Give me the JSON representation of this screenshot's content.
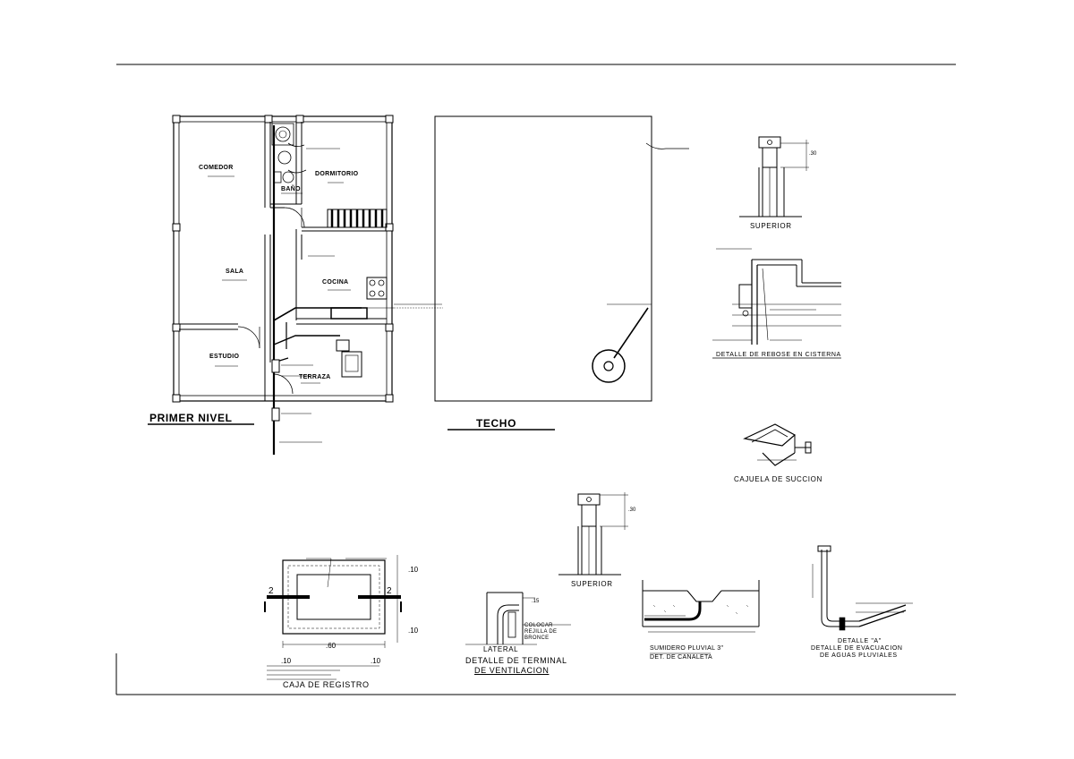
{
  "plan": {
    "comedor": "COMEDOR",
    "dormitorio": "DORMITORIO",
    "bano": "BAÑO",
    "sala": "SALA",
    "cocina": "COCINA",
    "estudio": "ESTUDIO",
    "terraza": "TERRAZA",
    "title": "PRIMER NIVEL"
  },
  "techo": {
    "title": "TECHO"
  },
  "details": {
    "superior_top": "SUPERIOR",
    "superior_top_dim": ".30",
    "rebose_caption": "DETALLE DE REBOSE EN CISTERNA",
    "cajuela_caption": "CAJUELA DE SUCCION",
    "superior_mid": "SUPERIOR",
    "superior_mid_dim": ".30",
    "caja_dim_top": ".10",
    "caja_dim_bottom": ".10",
    "caja_dim_width": ".60",
    "caja_dim_left": ".10",
    "caja_dim_right": ".10",
    "caja_section_left": "2",
    "caja_section_right": "2",
    "caja_caption": "CAJA DE REGISTRO",
    "lateral": "LATERAL",
    "lateral_note": "COLOCAR REJILLA DE BRONCE",
    "lateral_dim": ".15",
    "terminal_caption_1": "DETALLE DE TERMINAL",
    "terminal_caption_2": "DE VENTILACION",
    "sumidero_1": "SUMIDERO PLUVIAL 3\"",
    "sumidero_2": "DET. DE CANALETA",
    "evac_caption_1": "DETALLE \"A\"",
    "evac_caption_2": "DETALLE DE EVACUACION",
    "evac_caption_3": "DE AGUAS PLUVIALES"
  }
}
